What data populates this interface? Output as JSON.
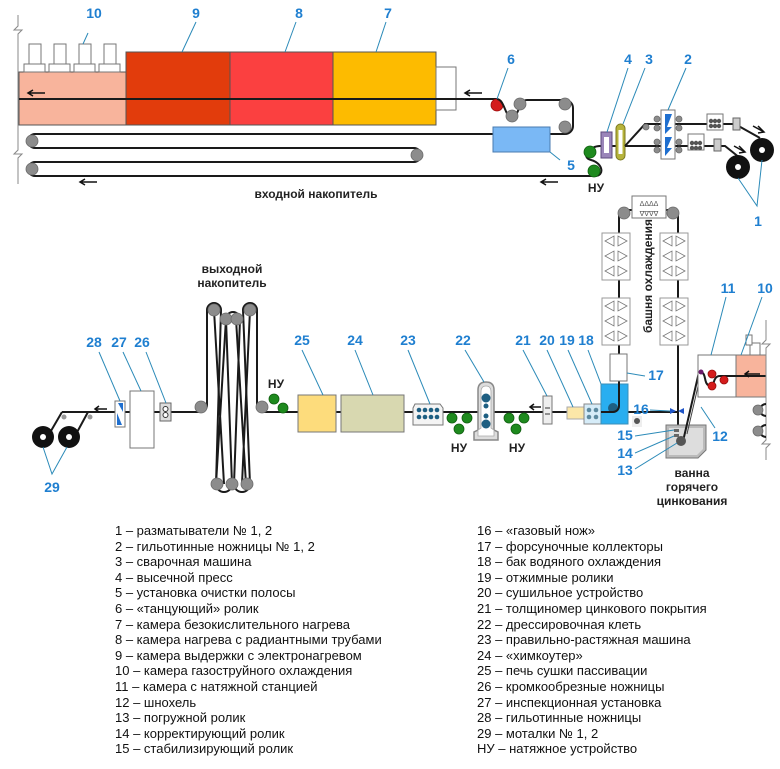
{
  "diagram": {
    "title_input_accumulator": "входной накопитель",
    "title_output_accumulator_line1": "выходной",
    "title_output_accumulator_line2": "накопитель",
    "title_cooling_tower": "башня охлаждения",
    "title_bath_line1": "ванна",
    "title_bath_line2": "горячего",
    "title_bath_line3": "цинкования",
    "tension_unit_abbr": "НУ",
    "callouts": [
      "1",
      "2",
      "3",
      "4",
      "5",
      "6",
      "7",
      "8",
      "9",
      "10",
      "11",
      "12",
      "13",
      "14",
      "15",
      "16",
      "17",
      "18",
      "19",
      "20",
      "21",
      "22",
      "23",
      "24",
      "25",
      "26",
      "27",
      "28",
      "29"
    ],
    "colors": {
      "chamber_10": "#f8b49c",
      "chamber_9": "#e23c0c",
      "chamber_8": "#fb4040",
      "chamber_7": "#fdbb00",
      "cleaning_5": "#7ab8f5",
      "tank_18": "#29aef0",
      "dryer_25": "#fddc7c",
      "chemcoater_24": "#d8d8b0",
      "callout_text": "#1f7fd0"
    }
  },
  "legend": {
    "left": [
      "1 – разматыватели № 1, 2",
      "2 – гильотинные ножницы № 1, 2",
      "3 – сварочная машина",
      "4 – высечной пресс",
      "5 – установка очистки полосы",
      "6 – «танцующий» ролик",
      "7 – камера безокислительного нагрева",
      "8 – камера нагрева с радиантными трубами",
      "9 – камера выдержки с электронагревом",
      "10 – камера газоструйного охлаждения",
      "11 – камера с натяжной станцией",
      "12 – шнохель",
      "13 – погружной ролик",
      "14 – корректирующий ролик",
      "15 – стабилизирующий ролик"
    ],
    "right": [
      "16 – «газовый нож»",
      "17 – форсуночные коллекторы",
      "18 – бак водяного охлаждения",
      "19 – отжимные ролики",
      "20 – сушильное устройство",
      "21 – толщиномер цинкового покрытия",
      "22 – дрессировочная клеть",
      "23 – правильно-растяжная машина",
      "24 – «химкоутер»",
      "25 – печь сушки пассивации",
      "26 – кромкообрезные ножницы",
      "27 – инспекционная установка",
      "28 – гильотинные ножницы",
      "29 – моталки № 1, 2",
      "НУ – натяжное устройство"
    ]
  }
}
